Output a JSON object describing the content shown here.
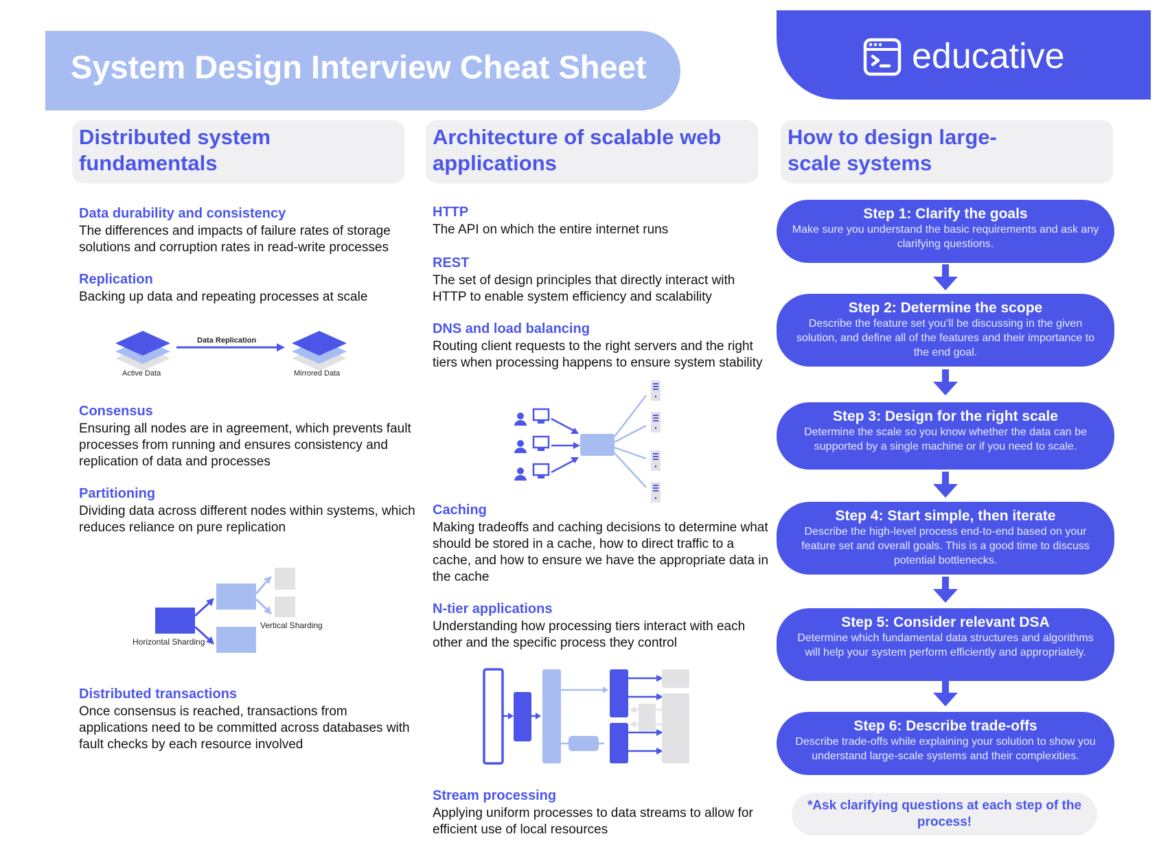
{
  "header": {
    "title": "System Design Interview Cheat Sheet",
    "brand": "educative"
  },
  "columns": [
    {
      "heading": "Distributed system fundamentals",
      "items": [
        {
          "title": "Data durability and consistency",
          "body": "The differences and impacts of failure rates of storage solutions and corruption rates in read-write processes"
        },
        {
          "title": "Replication",
          "body": "Backing up data and repeating processes at scale"
        },
        {
          "title": "Consensus",
          "body": "Ensuring all nodes are in agreement, which prevents fault processes from running and ensures consistency and replication of data and processes"
        },
        {
          "title": "Partitioning",
          "body": "Dividing data across different nodes within systems, which reduces reliance on pure replication"
        },
        {
          "title": "Distributed transactions",
          "body": "Once consensus is reached, transactions from applications need to be committed across databases with fault checks by each resource involved"
        }
      ],
      "replication_diagram": {
        "arrow_label": "Data Replication",
        "left_label": "Active Data",
        "right_label": "Mirrored Data"
      },
      "sharding_diagram": {
        "horizontal_label": "Horizontal Sharding",
        "vertical_label": "Vertical Sharding"
      }
    },
    {
      "heading": "Architecture of scalable web applications",
      "items": [
        {
          "title": "HTTP",
          "body": "The API on which the entire internet runs"
        },
        {
          "title": "REST",
          "body": "The set of design principles that directly interact with HTTP to enable system efficiency and scalability"
        },
        {
          "title": "DNS and load balancing",
          "body": "Routing client requests to the right servers and the right tiers when processing happens to ensure system stability"
        },
        {
          "title": "Caching",
          "body": "Making tradeoffs and caching decisions to determine what should be stored in a cache, how to direct traffic to a cache, and how to ensure we have the appropriate data in the cache"
        },
        {
          "title": "N-tier applications",
          "body": "Understanding how processing tiers interact with each other and the specific process they control"
        },
        {
          "title": "Stream processing",
          "body": "Applying uniform processes to data streams to allow for efficient use of local resources"
        }
      ]
    },
    {
      "heading": "How to design large-scale systems",
      "steps": [
        {
          "title": "Step 1: Clarify the goals",
          "desc": "Make sure you understand the basic requirements and ask any clarifying questions."
        },
        {
          "title": "Step 2: Determine the scope",
          "desc": "Describe the feature set you’ll be discussing in the given solution, and define all of the features and their importance to the end goal."
        },
        {
          "title": "Step 3: Design for the right scale",
          "desc": "Determine the scale so you know whether the data can be supported by a single machine or if you need to scale."
        },
        {
          "title": "Step 4: Start simple, then iterate",
          "desc": "Describe the high-level process end-to-end based on your feature set and overall goals. This is a good time to discuss potential bottlenecks."
        },
        {
          "title": "Step 5: Consider relevant DSA",
          "desc": "Determine which fundamental data structures and algorithms will help your system perform efficiently and appropriately."
        },
        {
          "title": "Step 6: Describe trade-offs",
          "desc": "Describe trade-offs while explaining your solution to show you understand large-scale systems and their complexities."
        }
      ],
      "note": "*Ask clarifying questions at each step of the process!"
    }
  ],
  "colors": {
    "accent": "#4b56e8",
    "banner": "#a7bdf2",
    "light_block": "#a7bdf2",
    "panel": "#f0f0f3",
    "gray_block": "#e2e2e4"
  }
}
